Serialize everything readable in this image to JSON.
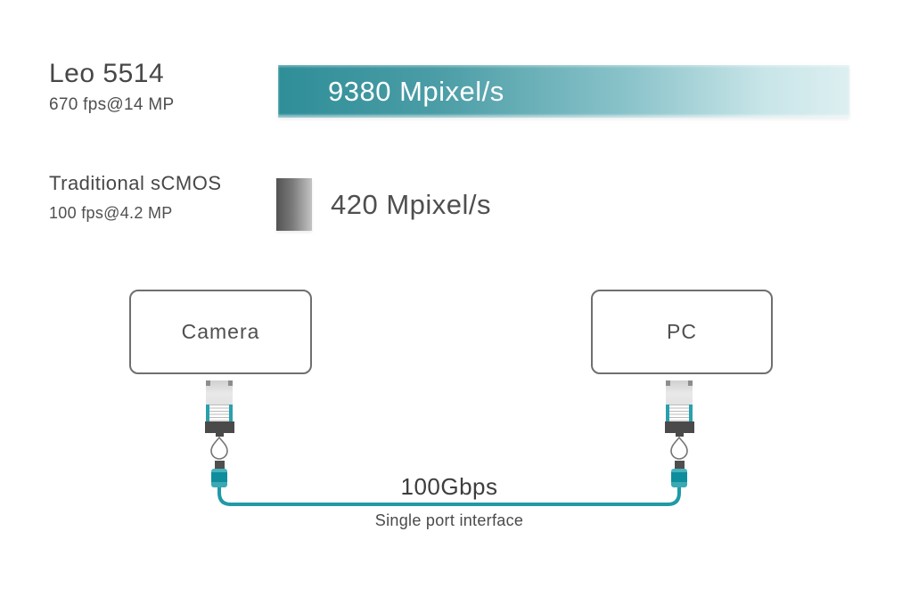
{
  "comparison": {
    "rows": [
      {
        "name": "Leo 5514",
        "spec": "670 fps@14 MP",
        "value": 9380,
        "unit": "Mpixel/s",
        "value_label": "9380 Mpixel/s",
        "bar_color": "#2e8e98"
      },
      {
        "name": "Traditional sCMOS",
        "spec": "100 fps@4.2 MP",
        "value": 420,
        "unit": "Mpixel/s",
        "value_label": "420 Mpixel/s",
        "bar_color": "#535353"
      }
    ]
  },
  "diagram": {
    "camera_label": "Camera",
    "pc_label": "PC",
    "cable_label": "100Gbps",
    "cable_sublabel": "Single port interface"
  },
  "icons": [
    "qsfp-transceiver-icon",
    "pull-tab-loop-icon",
    "cable-plug-icon",
    "cable-line"
  ],
  "colors": {
    "teal": "#2e8e98",
    "teal_bar_fade_end": "#ddeff1",
    "teal_accent": "#2aa0ac",
    "cable_teal": "#2199a6",
    "gray_bar_start": "#535353",
    "gray_bar_end": "#c4c4c4",
    "dark_text": "#474747",
    "box_border": "#6f6f6f",
    "background": "#ffffff"
  },
  "chart_data": {
    "type": "bar",
    "orientation": "horizontal",
    "categories": [
      "Leo 5514 (670 fps@14 MP)",
      "Traditional sCMOS (100 fps@4.2 MP)"
    ],
    "values": [
      9380,
      420
    ],
    "unit": "Mpixel/s",
    "value_labels": [
      "9380 Mpixel/s",
      "420 Mpixel/s"
    ],
    "title": "",
    "xlabel": "",
    "ylabel": "",
    "grid": false,
    "legend": false
  }
}
